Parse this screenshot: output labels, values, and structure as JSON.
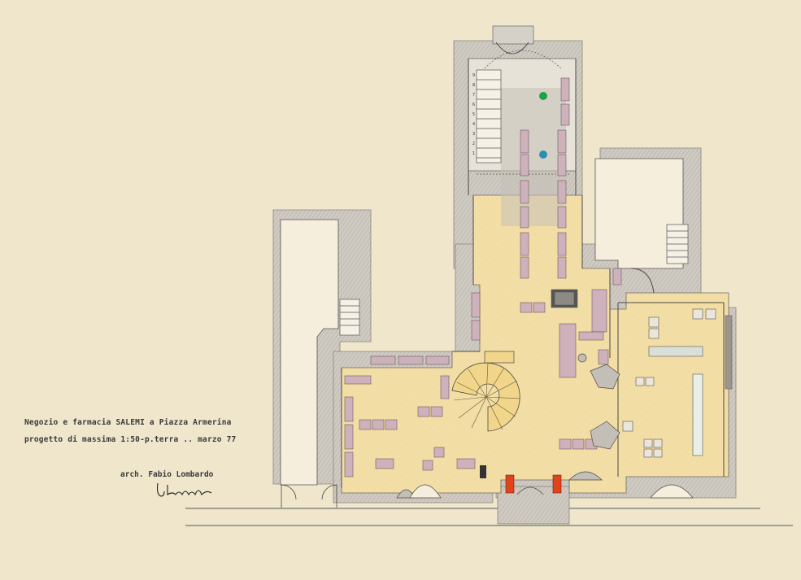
{
  "drawing": {
    "title_line": "Negozio e farmacia SALEMI a Piazza Armerina",
    "project_line": "progetto di massima 1:50-p.terra .. marzo 77",
    "architect": "arch. Fabio Lombardo",
    "signature_text": "Lombardo",
    "stair_numbers": [
      "9",
      "8",
      "7",
      "6",
      "5",
      "4",
      "3",
      "2",
      "1"
    ]
  },
  "colors": {
    "paper": "#efe6cc",
    "wall": "#c9c4bb",
    "floor": "#f2dea6",
    "furniture": "#cbb0ba",
    "accent_red": "#e0441c",
    "accent_green": "#1aa34a",
    "accent_blue": "#2d8fb0"
  }
}
